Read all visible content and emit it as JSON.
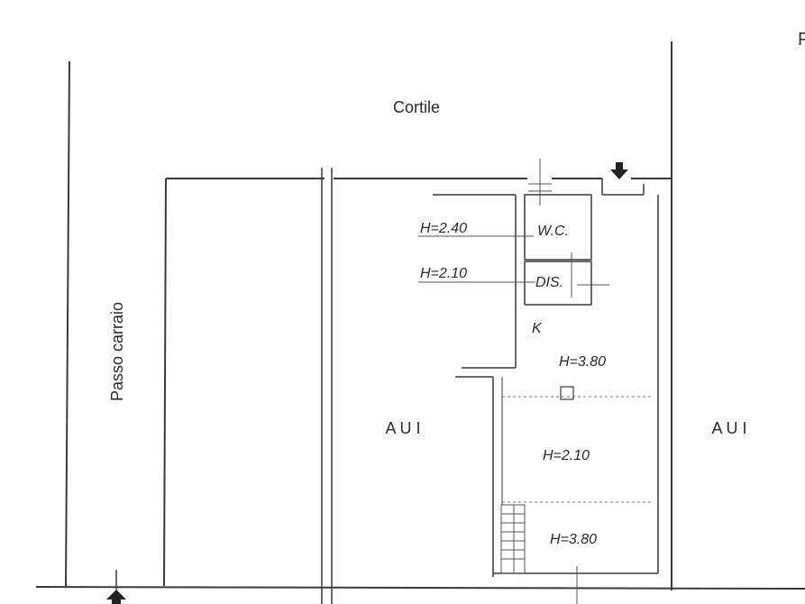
{
  "labels": {
    "cortile": "Cortile",
    "passo_carraio": "Passo carraio",
    "aui_left": "A U I",
    "aui_right": "A U I",
    "wc": "W.C.",
    "dis": "DIS.",
    "k": "K",
    "h_wc": "H=2.40",
    "h_dis": "H=2.10",
    "h_kitchen": "H=3.80",
    "h_middle": "H=2.10",
    "h_bottom": "H=3.80",
    "edge_letter": "F"
  }
}
